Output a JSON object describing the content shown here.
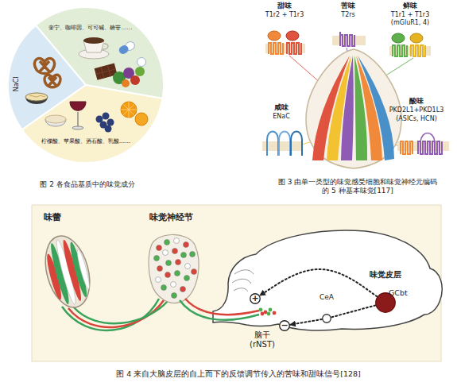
{
  "diagram": {
    "nodes": [
      {
        "text": [
          "奎宁、咖啡因、可可碱、糖苷……"
        ]
      },
      {
        "text": [
          "NaCl"
        ]
      },
      {
        "text": [
          "柠檬酸、苹果酸、酒石酸、乳酸……"
        ]
      },
      {
        "text": [
          "味觉皮层",
          "GCbt"
        ]
      },
      {
        "text": [
          "+"
        ]
      },
      {
        "text": [
          "CeA"
        ]
      },
      {
        "text": [
          "−"
        ]
      },
      {
        "text": [
          "脑干 (rNST)"
        ]
      }
    ],
    "edges": [
      {
        "from": 3,
        "to": 4,
        "arrow": "to"
      },
      {
        "from": 3,
        "to": 5,
        "arrow": "none"
      },
      {
        "from": 5,
        "to": 6,
        "arrow": "to"
      }
    ],
    "labels": [
      "图 2 各食品基质中的味觉成分",
      "甜味",
      "T1r2 + T1r3",
      "苦味",
      "T2rs",
      "鲜味",
      "T1r1 + T1r3",
      "(mGluR1, 4)",
      "咸味",
      "ENaC",
      "酸味",
      "PKD2L1+PKD1L3",
      "(ASICs, HCN)",
      "图 3 由单一类型的味觉感受细胞和味觉神经元编码 的 5 种基本味觉[117]",
      "味蕾",
      "味觉神经节",
      "图 4 来自大脑皮层的自上而下的反馈调节传入的苦味和甜味信号[128]"
    ]
  }
}
